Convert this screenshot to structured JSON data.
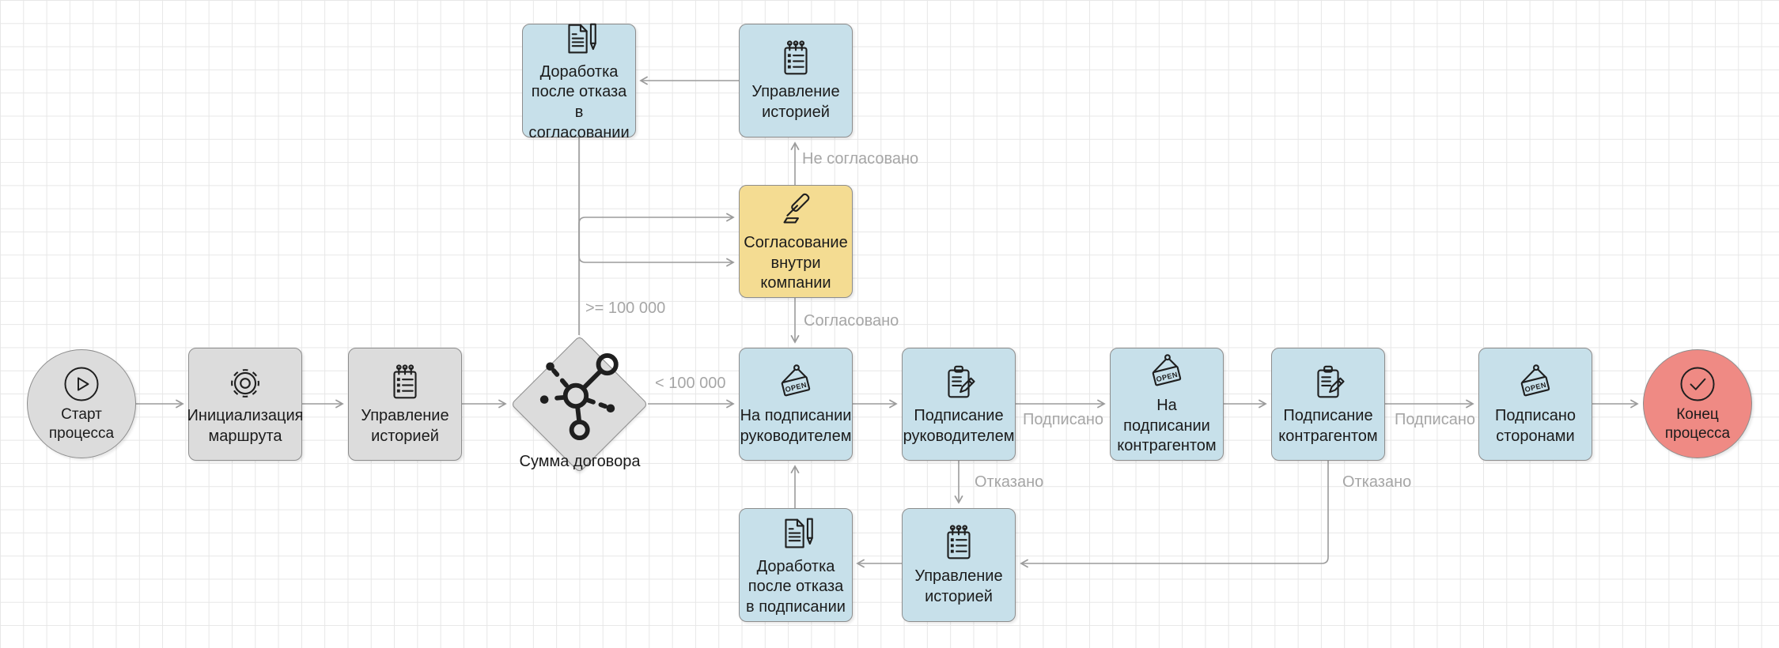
{
  "nodes": [
    {
      "id": "start-event",
      "label": "Старт процесса",
      "type": "start-circle",
      "icon": "play-icon",
      "fill": "#dcdcdc"
    },
    {
      "id": "route-initialization",
      "label": "Инициализация маршрута",
      "type": "task",
      "icon": "gear-icon",
      "fill": "#dcdcdc"
    },
    {
      "id": "history-management-1",
      "label": "Управление историей",
      "type": "task",
      "icon": "checklist-icon",
      "fill": "#dcdcdc"
    },
    {
      "id": "contract-amount",
      "label": "Сумма договора",
      "type": "decision",
      "icon": "network-icon",
      "fill": "#dcdcdc"
    },
    {
      "id": "internal-approval",
      "label": "Согласование внутри компании",
      "type": "task",
      "icon": "gavel-icon",
      "fill": "#f4dc92"
    },
    {
      "id": "rework-after-approval-refusal",
      "label": "Доработка после отказа в согласовании",
      "type": "task",
      "icon": "document-pen-icon",
      "fill": "#c7e0ea"
    },
    {
      "id": "history-management-top",
      "label": "Управление историей",
      "type": "task",
      "icon": "checklist-icon",
      "fill": "#c7e0ea"
    },
    {
      "id": "on-signing-by-manager",
      "label": "На подписании руководителем",
      "type": "task",
      "icon": "open-sign-icon",
      "fill": "#c7e0ea"
    },
    {
      "id": "signing-by-manager",
      "label": "Подписание руководителем",
      "type": "task",
      "icon": "clipboard-pencil-icon",
      "fill": "#c7e0ea"
    },
    {
      "id": "on-signing-by-counterparty",
      "label": "На подписании контрагентом",
      "type": "task",
      "icon": "open-sign-icon",
      "fill": "#c7e0ea"
    },
    {
      "id": "signing-by-counterparty",
      "label": "Подписание контрагентом",
      "type": "task",
      "icon": "clipboard-pencil-icon",
      "fill": "#c7e0ea"
    },
    {
      "id": "signed-by-parties",
      "label": "Подписано сторонами",
      "type": "task",
      "icon": "open-sign-icon",
      "fill": "#c7e0ea"
    },
    {
      "id": "end-event",
      "label": "Конец процесса",
      "type": "end-circle",
      "icon": "check-icon",
      "fill": "#ef8a84"
    },
    {
      "id": "rework-after-signing-refusal",
      "label": "Доработка после отказа в подписании",
      "type": "task",
      "icon": "document-pen-icon",
      "fill": "#c7e0ea"
    },
    {
      "id": "history-management-bottom",
      "label": "Управление историей",
      "type": "task",
      "icon": "checklist-icon",
      "fill": "#c7e0ea"
    }
  ],
  "edge_labels": {
    "amount_gte": ">= 100 000",
    "amount_lt": "< 100 000",
    "not_approved": "Не согласовано",
    "approved": "Согласовано",
    "signed_by_manager": "Подписано",
    "signed_by_counterparty": "Подписано",
    "rejected_by_manager": "Отказано",
    "rejected_by_counterparty": "Отказано"
  },
  "icons": {
    "open_sign_text": "OPEN"
  },
  "colors": {
    "node_gray": "#dcdcdc",
    "node_blue": "#c7e0ea",
    "node_yellow": "#f4dc92",
    "node_red": "#ef8a84",
    "node_border": "#8d8d8d",
    "edge": "#9b9b9b",
    "edge_label_text": "#a6a6a6",
    "grid_line": "#e7e7e7",
    "node_text": "#1b1b1b"
  }
}
